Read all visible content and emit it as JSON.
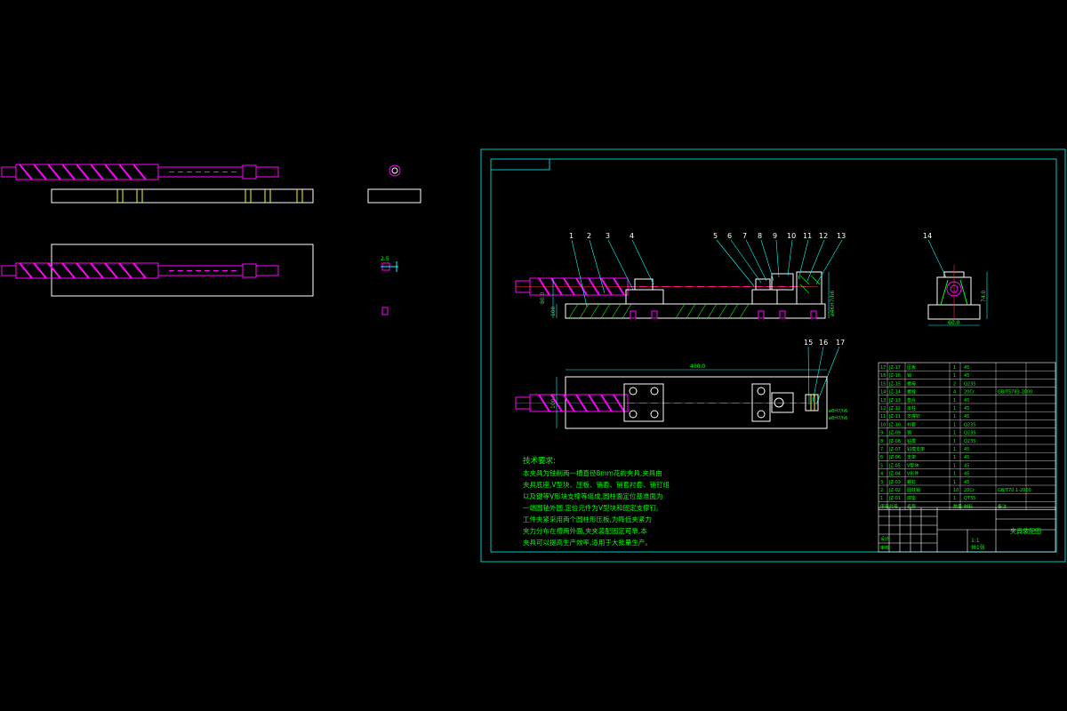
{
  "colors": {
    "background": "#000000",
    "frame": "#00c8c8",
    "part": "#ffffff",
    "shaft": "#ff00ff",
    "hatch": "#00ff00",
    "centerline": "#ff3030",
    "annotation": "#00ff00",
    "dimension": "#00ffff",
    "bushing": "#ffff00"
  },
  "balloons": [
    "1",
    "2",
    "3",
    "4",
    "5",
    "6",
    "7",
    "8",
    "9",
    "10",
    "11",
    "12",
    "13",
    "14",
    "15",
    "16",
    "17"
  ],
  "dimensions": {
    "side_height_1": "80.0",
    "side_height_2": "100",
    "side_right": "ø46H7/h6",
    "end_width": "60.0",
    "end_height": "74.0",
    "plan_length": "400.0",
    "plan_width": "100.0",
    "fit_1": "ø8H7/h6",
    "fit_2": "ø8H7/h6",
    "detail_size": "2.5"
  },
  "notes": {
    "heading": "技术要求:",
    "lines": [
      "本夹具为铣削两一槽直径8mm花的夹具,夹具由",
      "夹具底座,V型块、压板、销套、销套衬套、销钉组",
      "以及键等V形块支撑等组成,圆柱面定位基准面为",
      "一端圆轴外圆,定位元件为V型块和固定支撑钉,",
      "工件夹紧采用两个圆柱形压板,为降低夹紧力",
      "夹力分布在槽两外面,夹夹装配固定可靠,本",
      "夹具可以提高生产效率,适用于大批量生产。"
    ]
  },
  "bom": {
    "rows": [
      [
        "17",
        "JZ-17",
        "压板",
        "1",
        "45",
        ""
      ],
      [
        "16",
        "JZ-16",
        "销",
        "1",
        "45",
        ""
      ],
      [
        "15",
        "JZ-15",
        "螺母",
        "2",
        "Q235",
        ""
      ],
      [
        "14",
        "JZ-14",
        "螺栓",
        "4",
        "20Cr",
        "GB/T5783-2000"
      ],
      [
        "13",
        "JZ-13",
        "垫片",
        "1",
        "45",
        ""
      ],
      [
        "12",
        "JZ-12",
        "支柱",
        "1",
        "45",
        ""
      ],
      [
        "11",
        "JZ-11",
        "支撑钉",
        "1",
        "45",
        ""
      ],
      [
        "10",
        "JZ-10",
        "衬套",
        "1",
        "Q235",
        ""
      ],
      [
        "9",
        "JZ-09",
        "销",
        "1",
        "Q235",
        ""
      ],
      [
        "8",
        "JZ-08",
        "钻模",
        "1",
        "Q235",
        ""
      ],
      [
        "7",
        "JZ-07",
        "钻模支架",
        "1",
        "45",
        ""
      ],
      [
        "6",
        "JZ-06",
        "支架",
        "1",
        "45",
        ""
      ],
      [
        "5",
        "JZ-05",
        "V型块",
        "1",
        "45",
        ""
      ],
      [
        "4",
        "JZ-04",
        "V形件",
        "1",
        "45",
        ""
      ],
      [
        "3",
        "JZ-03",
        "螺钉",
        "1",
        "45",
        ""
      ],
      [
        "2",
        "JZ-02",
        "圆柱销",
        "10",
        "20Cr",
        "GB/T70.1-2000"
      ],
      [
        "1",
        "JZ-01",
        "底座",
        "1",
        "QT35",
        ""
      ]
    ],
    "header": [
      "序号",
      "代号",
      "名称",
      "数量",
      "材料",
      "备注"
    ]
  },
  "title_block": {
    "drawing_name": "夹具装配图",
    "scale": "1:1",
    "sheet": "共1张",
    "rows": [
      "标记",
      "处数",
      "分区",
      "设计",
      "审核",
      "工艺",
      "批准"
    ]
  }
}
